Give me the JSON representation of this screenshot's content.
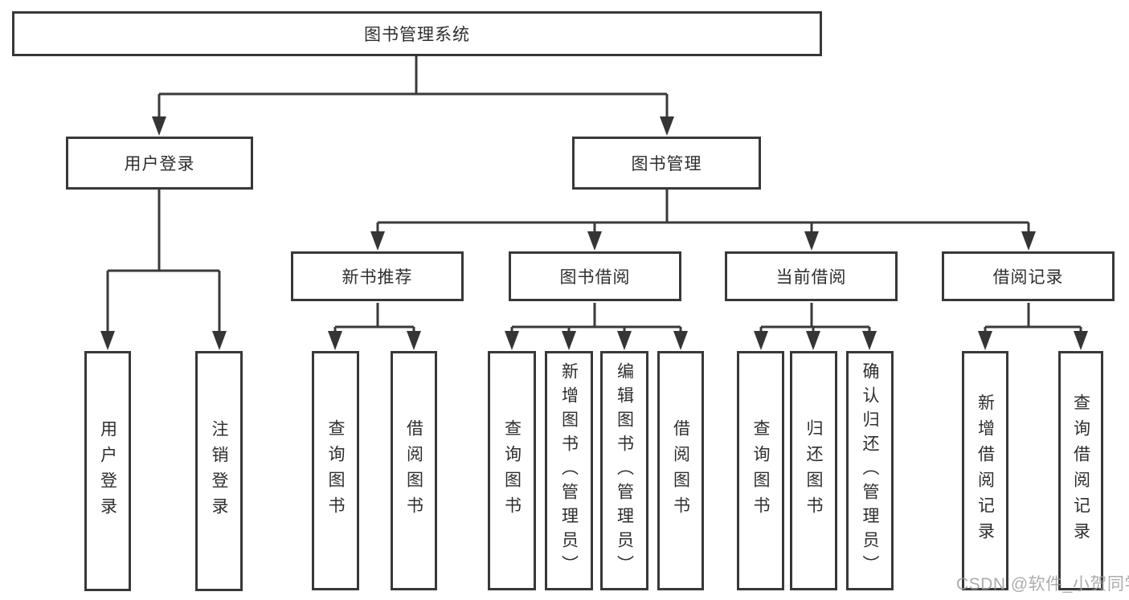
{
  "diagram": {
    "root": {
      "label": "图书管理系统"
    },
    "level2": [
      {
        "label": "用户登录"
      },
      {
        "label": "图书管理"
      }
    ],
    "level3": [
      {
        "label": "新书推荐"
      },
      {
        "label": "图书借阅"
      },
      {
        "label": "当前借阅"
      },
      {
        "label": "借阅记录"
      }
    ],
    "leaves": {
      "user_login": [
        "用户登录",
        "注销登录"
      ],
      "new_book_recommend": [
        "查询图书",
        "借阅图书"
      ],
      "book_borrow": [
        "查询图书",
        "新增图书（管理员）",
        "编辑图书（管理员）",
        "借阅图书"
      ],
      "current_borrow": [
        "查询图书",
        "归还图书",
        "确认归还（管理员）"
      ],
      "borrow_records": [
        "新增借阅记录",
        "查询借阅记录"
      ]
    }
  },
  "watermark": "CSDN @软件_小贺同学",
  "colors": {
    "line": "#3a3a3a",
    "box_border": "#383838",
    "text": "#2e2e2e",
    "watermark": "#9e9e9e",
    "background": "#ffffff"
  }
}
